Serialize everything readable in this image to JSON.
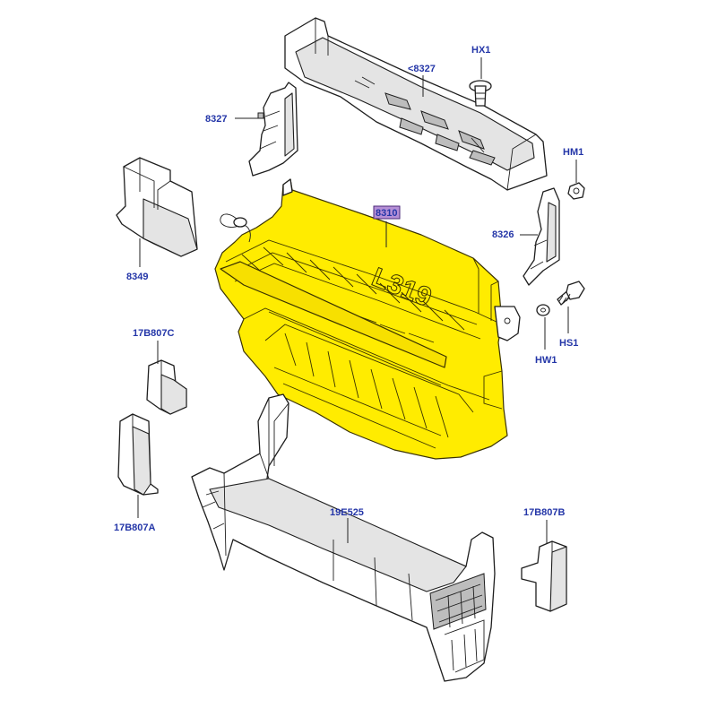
{
  "diagram": {
    "highlight_color": "#ffec00",
    "label_color": "#2436a8",
    "highlight_label_bg": "#b58fd6",
    "parts": [
      {
        "id": "upper-panel",
        "label": "<8327"
      },
      {
        "id": "hx1",
        "label": "HX1"
      },
      {
        "id": "left-bracket",
        "label": "8327"
      },
      {
        "id": "hm1",
        "label": "HM1"
      },
      {
        "id": "deflector",
        "label": "8349"
      },
      {
        "id": "shutter",
        "label": "8310"
      },
      {
        "id": "right-bracket",
        "label": "8326"
      },
      {
        "id": "hs1",
        "label": "HS1"
      },
      {
        "id": "hw1",
        "label": "HW1"
      },
      {
        "id": "pad-c",
        "label": "17B807C"
      },
      {
        "id": "pad-a",
        "label": "17B807A"
      },
      {
        "id": "carrier",
        "label": "19E525"
      },
      {
        "id": "pad-b",
        "label": "17B807B"
      }
    ],
    "embossed_text": "L319"
  }
}
